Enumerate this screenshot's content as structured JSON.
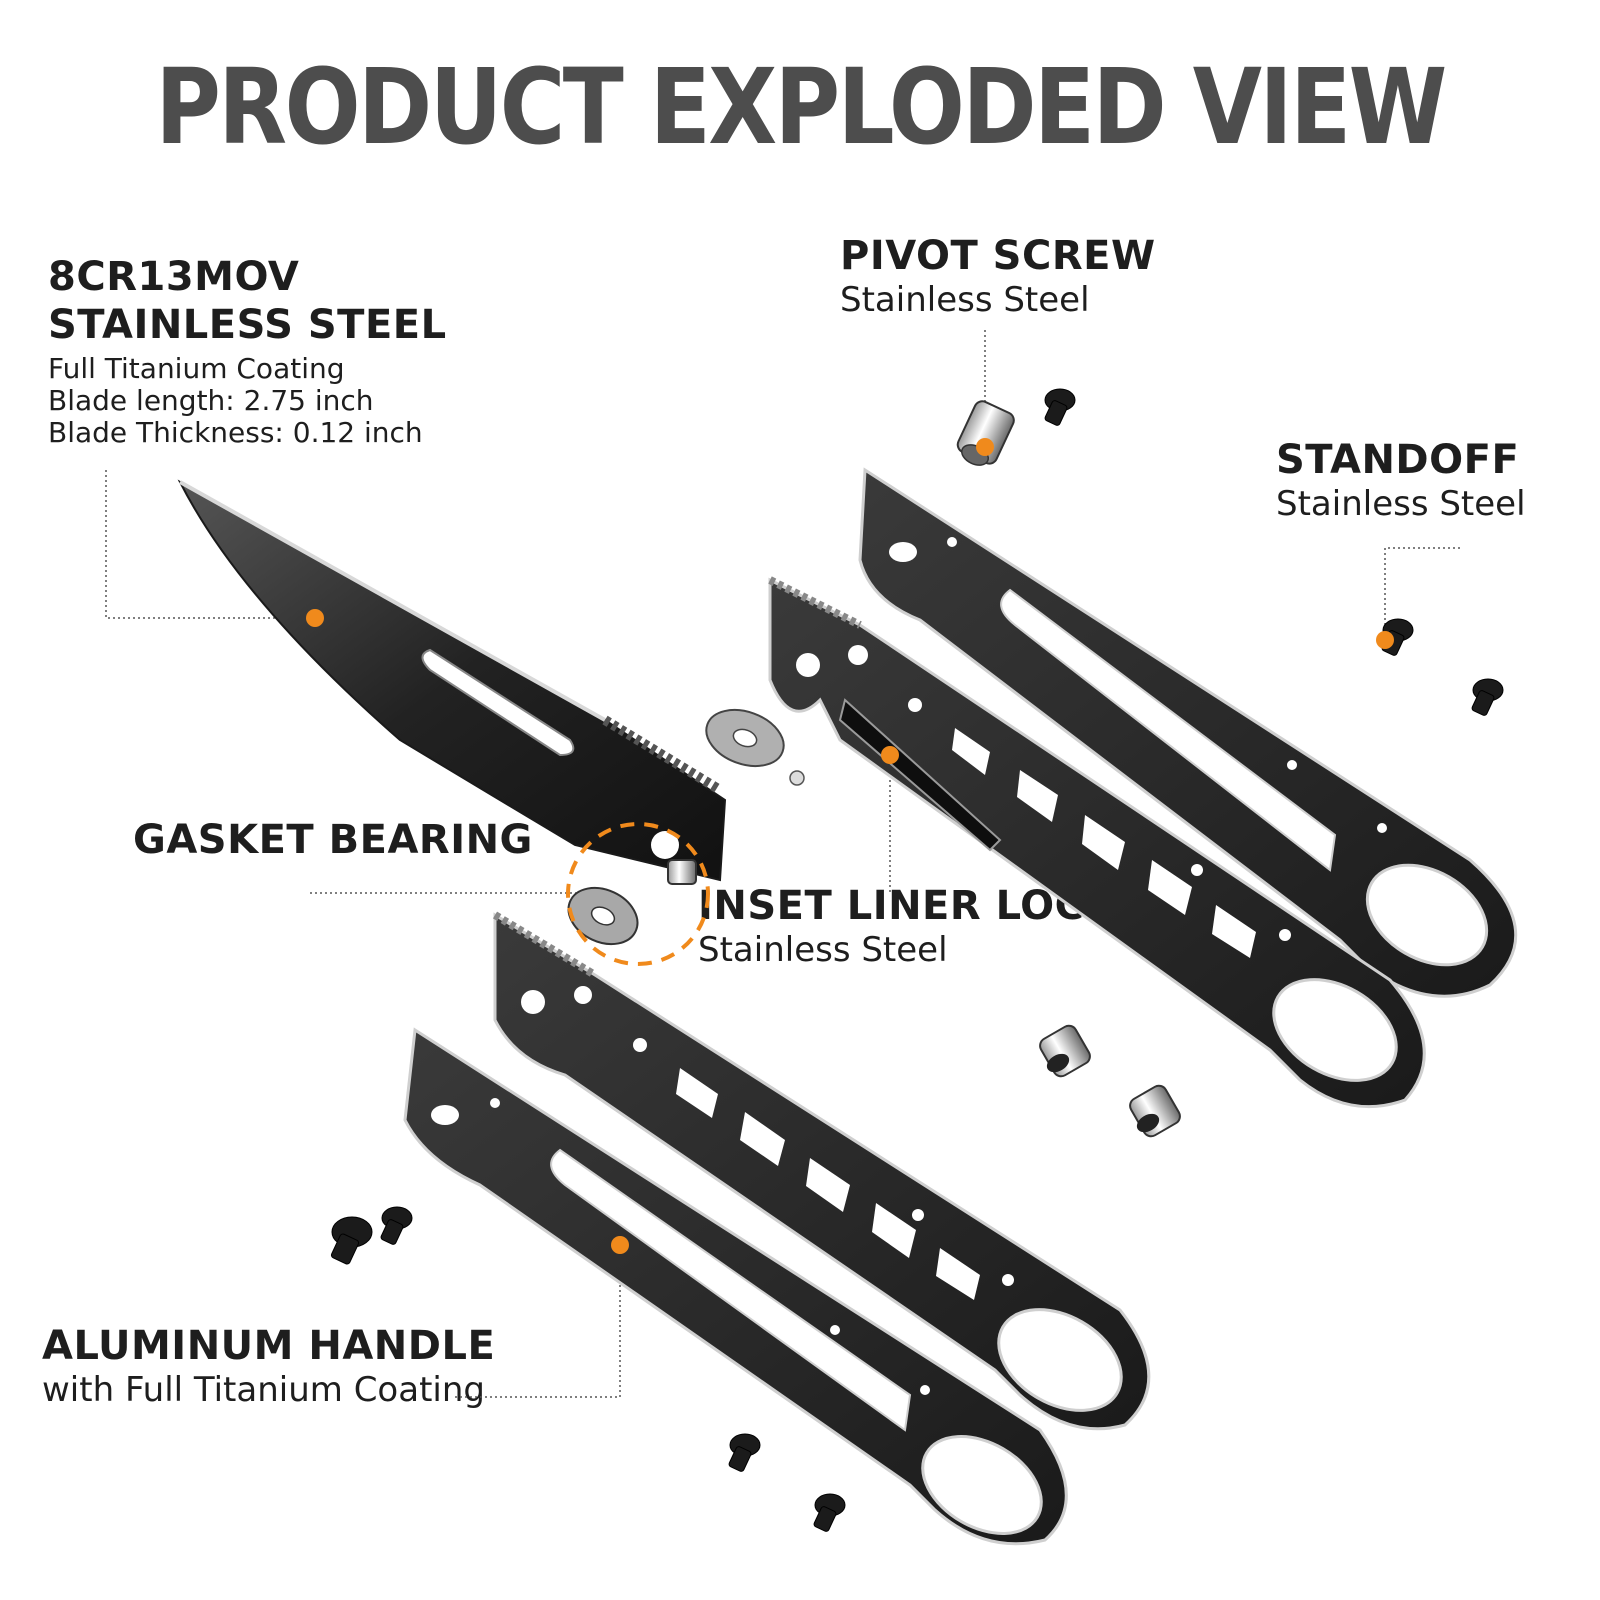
{
  "title": "PRODUCT EXPLODED VIEW",
  "labels": {
    "blade": {
      "line1": "8CR13MOV",
      "line2": "STAINLESS STEEL",
      "detail1": "Full Titanium Coating",
      "detail2": "Blade length:   2.75 inch",
      "detail3": "Blade Thickness:  0.12 inch"
    },
    "pivot_screw": {
      "heading": "PIVOT SCREW",
      "material": "Stainless Steel"
    },
    "standoff": {
      "heading": "STANDOFF",
      "material": "Stainless Steel"
    },
    "gasket_bearing": {
      "heading": "GASKET BEARING"
    },
    "inset_liner_lock": {
      "heading": "INSET LINER LOCK",
      "material": "Stainless Steel"
    },
    "aluminum_handle": {
      "heading": "ALUMINUM HANDLE",
      "material": "with Full Titanium Coating"
    }
  },
  "colors": {
    "accent": "#f08a1c",
    "title": "#4d4d4d",
    "metal": "#2b2b2b",
    "metal_dark": "#141414",
    "edge": "#bdbdbd"
  }
}
